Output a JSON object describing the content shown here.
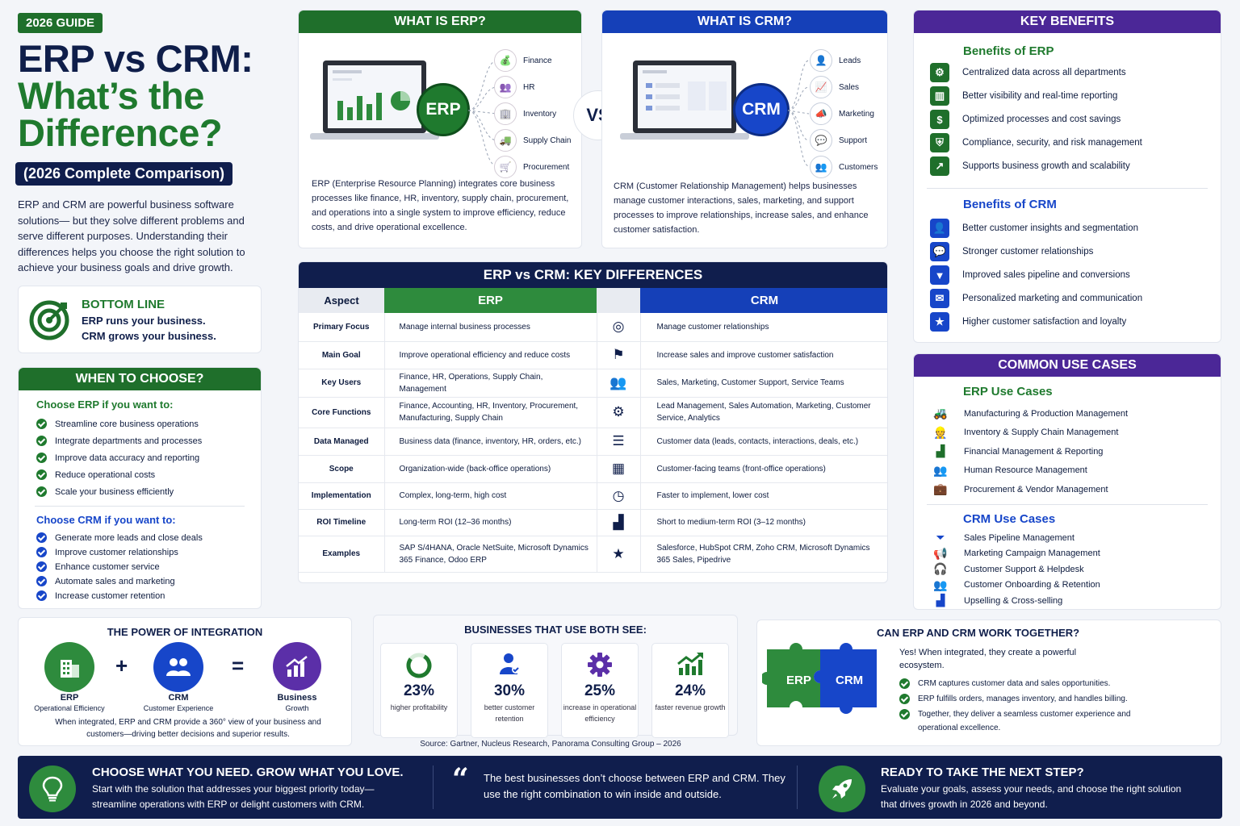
{
  "hero": {
    "badge": "2026 GUIDE",
    "title_line1": "ERP vs CRM:",
    "title_line2": "What’s the",
    "title_line3": "Difference?",
    "subtitle": "(2026 Complete Comparison)",
    "intro": "ERP and CRM are powerful business software solutions— but they solve different problems and serve different purposes. Understanding their differences helps you choose the right solution to achieve your business goals and drive growth."
  },
  "bottom_line": {
    "title": "BOTTOM LINE",
    "line1": "ERP runs your business.",
    "line2": "CRM grows your business."
  },
  "when": {
    "header": "WHEN TO CHOOSE?",
    "erp_title": "Choose ERP if you want to:",
    "erp_items": [
      "Streamline core business operations",
      "Integrate departments and processes",
      "Improve data accuracy and reporting",
      "Reduce operational costs",
      "Scale your business efficiently"
    ],
    "crm_title": "Choose CRM if you want to:",
    "crm_items": [
      "Generate more leads and close deals",
      "Improve customer relationships",
      "Enhance customer service",
      "Automate sales and marketing",
      "Increase customer retention"
    ]
  },
  "what_erp": {
    "header": "WHAT IS ERP?",
    "badge": "ERP",
    "nodes": [
      "Finance",
      "HR",
      "Inventory",
      "Supply Chain",
      "Procurement"
    ],
    "desc": "ERP (Enterprise Resource Planning) integrates core business processes like finance, HR, inventory, supply chain, procurement, and operations into a single system to improve efficiency, reduce costs, and drive operational excellence."
  },
  "vs": "VS",
  "what_crm": {
    "header": "WHAT IS CRM?",
    "badge": "CRM",
    "nodes": [
      "Leads",
      "Sales",
      "Marketing",
      "Support",
      "Customers"
    ],
    "desc": "CRM (Customer Relationship Management) helps businesses manage customer interactions, sales, marketing, and support processes to improve relationships, increase sales, and enhance customer satisfaction."
  },
  "diff": {
    "header": "ERP vs CRM: KEY DIFFERENCES",
    "col_aspect": "Aspect",
    "col_erp": "ERP",
    "col_crm": "CRM",
    "rows": [
      {
        "aspect": "Primary Focus",
        "erp": "Manage internal business processes",
        "crm": "Manage customer relationships",
        "icon": "target-icon"
      },
      {
        "aspect": "Main Goal",
        "erp": "Improve operational efficiency and reduce costs",
        "crm": "Increase sales and improve customer satisfaction",
        "icon": "flag-icon"
      },
      {
        "aspect": "Key Users",
        "erp": "Finance, HR, Operations, Supply Chain, Management",
        "crm": "Sales, Marketing, Customer Support, Service Teams",
        "icon": "users-icon"
      },
      {
        "aspect": "Core Functions",
        "erp": "Finance, Accounting, HR, Inventory, Procurement, Manufacturing, Supply Chain",
        "crm": "Lead Management, Sales Automation, Marketing, Customer Service, Analytics",
        "icon": "gear-icon"
      },
      {
        "aspect": "Data Managed",
        "erp": "Business data (finance, inventory, HR, orders, etc.)",
        "crm": "Customer data (leads, contacts, interactions, deals, etc.)",
        "icon": "database-icon"
      },
      {
        "aspect": "Scope",
        "erp": "Organization-wide (back-office operations)",
        "crm": "Customer-facing teams (front-office operations)",
        "icon": "building-icon"
      },
      {
        "aspect": "Implementation",
        "erp": "Complex, long-term, high cost",
        "crm": "Faster to implement, lower cost",
        "icon": "clock-icon"
      },
      {
        "aspect": "ROI Timeline",
        "erp": "Long-term ROI (12–36 months)",
        "crm": "Short to medium-term ROI (3–12 months)",
        "icon": "chart-icon"
      },
      {
        "aspect": "Examples",
        "erp": "SAP S/4HANA, Oracle NetSuite, Microsoft Dynamics 365 Finance, Odoo ERP",
        "crm": "Salesforce, HubSpot CRM, Zoho CRM, Microsoft Dynamics 365 Sales, Pipedrive",
        "icon": "star-icon"
      }
    ]
  },
  "benefits": {
    "header": "KEY BENEFITS",
    "erp_title": "Benefits of ERP",
    "erp_items": [
      "Centralized data across all departments",
      "Better visibility and real-time reporting",
      "Optimized processes and cost savings",
      "Compliance, security, and risk management",
      "Supports business growth and scalability"
    ],
    "crm_title": "Benefits of CRM",
    "crm_items": [
      "Better customer insights and segmentation",
      "Stronger customer relationships",
      "Improved sales pipeline and conversions",
      "Personalized marketing and communication",
      "Higher customer satisfaction and loyalty"
    ]
  },
  "usecases": {
    "header": "COMMON USE CASES",
    "erp_title": "ERP Use Cases",
    "erp_items": [
      "Manufacturing & Production Management",
      "Inventory & Supply Chain Management",
      "Financial Management & Reporting",
      "Human Resource Management",
      "Procurement & Vendor Management"
    ],
    "crm_title": "CRM Use Cases",
    "crm_items": [
      "Sales Pipeline Management",
      "Marketing Campaign Management",
      "Customer Support & Helpdesk",
      "Customer Onboarding & Retention",
      "Upselling & Cross-selling"
    ]
  },
  "power": {
    "title": "THE POWER OF INTEGRATION",
    "erp_label": "ERP",
    "erp_sub": "Operational Efficiency",
    "plus": "+",
    "crm_label": "CRM",
    "crm_sub": "Customer Experience",
    "eq": "=",
    "bg_label": "Business",
    "bg_sub": "Growth",
    "desc": "When integrated, ERP and CRM provide a 360° view of your business and customers—driving better decisions and superior results."
  },
  "both": {
    "title": "BUSINESSES THAT USE BOTH SEE:",
    "stats": [
      {
        "num": "23%",
        "label": "higher profitability"
      },
      {
        "num": "30%",
        "label": "better customer retention"
      },
      {
        "num": "25%",
        "label": "increase in operational efficiency"
      },
      {
        "num": "24%",
        "label": "faster revenue growth"
      }
    ],
    "source": "Source: Gartner, Nucleus Research, Panorama Consulting Group – 2026",
    "stat_fractions": [
      0.77
    ]
  },
  "together": {
    "title": "CAN ERP AND CRM WORK TOGETHER?",
    "puzzle_erp": "ERP",
    "puzzle_crm": "CRM",
    "intro": "Yes! When integrated, they create a powerful ecosystem.",
    "items": [
      "CRM captures customer data and sales opportunities.",
      "ERP fulfills orders, manages inventory, and handles billing.",
      "Together, they deliver a seamless customer experience and operational excellence."
    ]
  },
  "footer": {
    "c1_title": "CHOOSE WHAT YOU NEED. GROW WHAT YOU LOVE.",
    "c1_text": "Start with the solution that addresses your biggest priority today— streamline operations with ERP or delight customers with CRM.",
    "quote": "The best businesses don’t choose between ERP and CRM. They use the right combination to win inside and outside.",
    "c3_title": "READY TO TAKE THE NEXT STEP?",
    "c3_text": "Evaluate your goals, assess your needs, and choose the right solution that drives growth in 2026 and beyond."
  }
}
